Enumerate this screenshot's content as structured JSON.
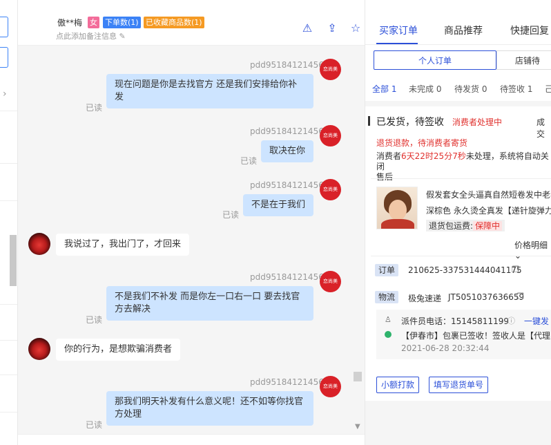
{
  "header": {
    "username": "傲**梅",
    "gender_tag": "女",
    "order_count_tag": "下单数(1)",
    "fav_count_tag": "已收藏商品数(1)",
    "remark_placeholder": "点此添加备注信息",
    "colors": {
      "gender": "#f36c9a",
      "orders": "#3b82f6",
      "favorites": "#f59a23"
    }
  },
  "messages": [
    {
      "sender": "pdd95184121456",
      "text": "现在问题是你是去找官方 还是我们安排给你补发",
      "status": "已读"
    },
    {
      "sender": "pdd95184121456",
      "text": "取决在你",
      "status": "已读"
    },
    {
      "sender": "pdd95184121456",
      "text": "不是在于我们",
      "status": "已读"
    },
    {
      "text": "我说过了，我出门了，才回来"
    },
    {
      "sender": "pdd95184121456",
      "text": "不是我们不补发 而是你左一口右一口 要去找官方去解决",
      "status": "已读"
    },
    {
      "text": "你的行为，是想欺骗消费者"
    },
    {
      "sender": "pdd95184121456",
      "text": "那我们明天补发有什么意义呢！还不如等你找官方处理",
      "status": "已读"
    }
  ],
  "shop_avatar_text": "恋尚美",
  "right": {
    "tabs": [
      "买家订单",
      "商品推荐",
      "快捷回复"
    ],
    "segments": [
      "个人订单",
      "店铺待"
    ],
    "status_tabs": [
      "全部 1",
      "未完成 0",
      "待发货 0",
      "待签收 1",
      "己"
    ],
    "order_status": "已发货，待签收",
    "consumer_status": "消费者处理中",
    "deal_label": "成交",
    "refund_note": "退货退款，待消费者寄货",
    "countdown_prefix": "消费者",
    "countdown": "6天22时25分7秒",
    "countdown_suffix": "未处理，系统将自动关闭",
    "countdown_tail": "售后",
    "product_title": "假发套女全头逼真自然短卷发中老年",
    "product_sub": "深棕色 永久烫全真发【递针旋弹力",
    "shipping_label": "退货包运费:",
    "shipping_value": "保障中",
    "price_detail": "价格明细",
    "order_label": "订单",
    "order_no": "210625-337531444041175",
    "logistics_label": "物流",
    "carrier": "极兔速递",
    "tracking_no": "JT5051037636659",
    "courier_phone": "派件员电话：15145811199",
    "one_click": "一键发",
    "logistics_msg": "【伊春市】包裹已签收！签收人是【代理",
    "logistics_time": "2021-06-28 20:32:44",
    "btn_small_pay": "小额打款",
    "btn_return_no": "填写退货单号"
  }
}
